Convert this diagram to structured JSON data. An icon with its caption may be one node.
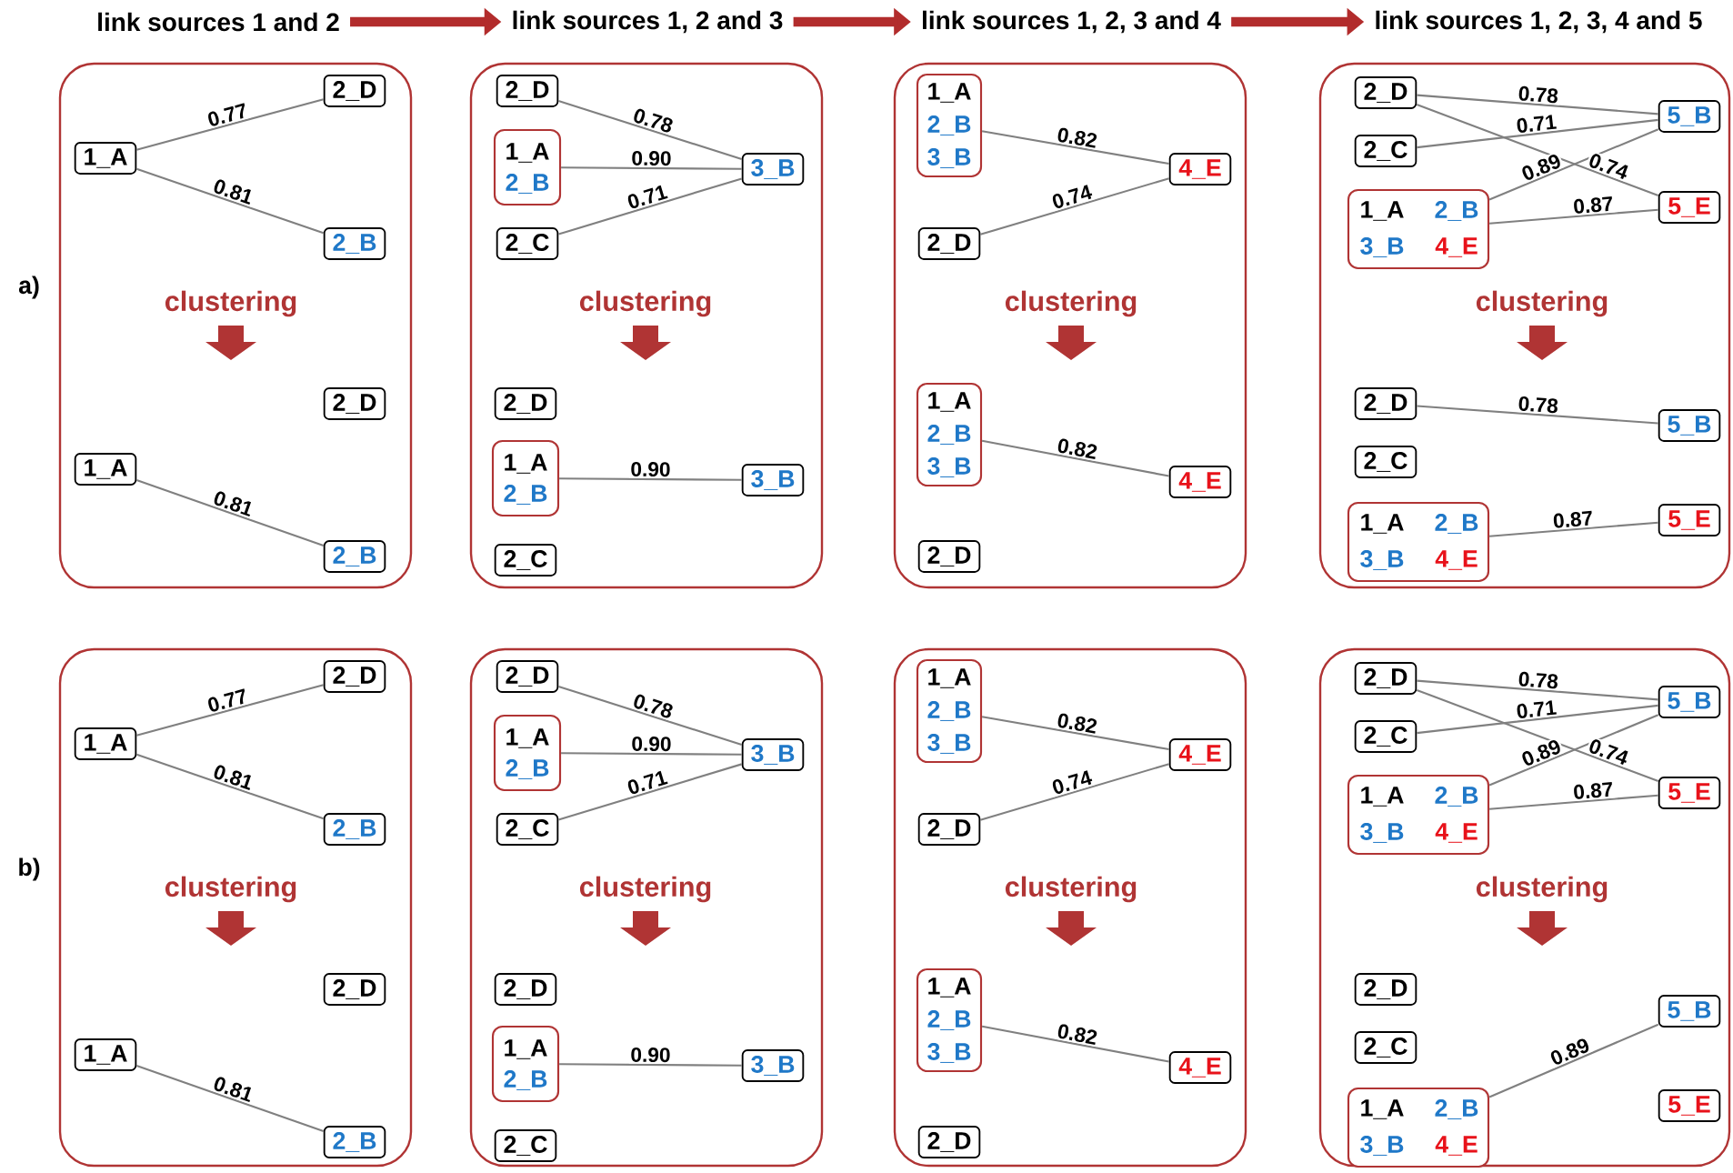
{
  "diagram": {
    "nodes": [
      {
        "text": [
          "link sources 1 and 2"
        ]
      },
      {
        "text": [
          "link sources 1, 2 and 3"
        ]
      },
      {
        "text": [
          "link sources 1, 2, 3 and 4"
        ]
      },
      {
        "text": [
          "link sources 1, 2, 3, 4 and 5"
        ]
      },
      {
        "text": [
          "clustering"
        ]
      },
      {
        "text": [
          "2_D"
        ],
        "in": 4
      },
      {
        "text": [
          "1_A"
        ],
        "in": 4
      },
      {
        "text": [
          "2_B"
        ],
        "in": 4
      },
      {
        "text": [
          "2_D"
        ],
        "in": 4
      },
      {
        "text": [
          "1_A"
        ],
        "in": 4
      },
      {
        "text": [
          "2_B"
        ],
        "in": 4
      },
      {
        "text": [
          "clustering"
        ]
      },
      {
        "text": [
          "2_D"
        ],
        "in": 11
      },
      {
        "text": [],
        "shape": "box",
        "in": 11
      },
      {
        "text": [
          "1_A"
        ],
        "in": 13
      },
      {
        "text": [
          "2_B"
        ],
        "in": 13
      },
      {
        "text": [
          "2_C"
        ],
        "in": 11
      },
      {
        "text": [
          "3_B"
        ],
        "in": 11
      },
      {
        "text": [
          "2_D"
        ],
        "in": 11
      },
      {
        "text": [],
        "shape": "box",
        "in": 11
      },
      {
        "text": [
          "1_A"
        ],
        "in": 19
      },
      {
        "text": [
          "2_B"
        ],
        "in": 19
      },
      {
        "text": [
          "3_B"
        ],
        "in": 11
      },
      {
        "text": [
          "2_C"
        ],
        "in": 11
      },
      {
        "text": [
          "clustering"
        ]
      },
      {
        "text": [],
        "shape": "box",
        "in": 24
      },
      {
        "text": [
          "1_A"
        ],
        "in": 25
      },
      {
        "text": [
          "2_B"
        ],
        "in": 25
      },
      {
        "text": [
          "3_B"
        ],
        "in": 25
      },
      {
        "text": [
          "4_E"
        ],
        "in": 24
      },
      {
        "text": [
          "2_D"
        ],
        "in": 24
      },
      {
        "text": [],
        "shape": "box",
        "in": 24
      },
      {
        "text": [
          "1_A"
        ],
        "in": 31
      },
      {
        "text": [
          "2_B"
        ],
        "in": 31
      },
      {
        "text": [
          "3_B"
        ],
        "in": 31
      },
      {
        "text": [
          "4_E"
        ],
        "in": 24
      },
      {
        "text": [
          "2_D"
        ],
        "in": 24
      },
      {
        "text": [
          "clustering"
        ]
      },
      {
        "text": [
          "2_D"
        ],
        "in": 37
      },
      {
        "text": [
          "5_B"
        ],
        "in": 37
      },
      {
        "text": [
          "2_C"
        ],
        "in": 37
      },
      {
        "text": [
          "5_E"
        ],
        "in": 37
      },
      {
        "text": [],
        "shape": "box",
        "in": 37
      },
      {
        "text": [
          "1_A"
        ],
        "in": 42
      },
      {
        "text": [
          "2_B"
        ],
        "in": 42
      },
      {
        "text": [
          "3_B"
        ],
        "in": 42
      },
      {
        "text": [
          "4_E"
        ],
        "in": 42
      },
      {
        "text": [
          "2_D"
        ],
        "in": 37
      },
      {
        "text": [
          "5_B"
        ],
        "in": 37
      },
      {
        "text": [
          "2_C"
        ],
        "in": 37
      },
      {
        "text": [],
        "shape": "box",
        "in": 37
      },
      {
        "text": [
          "1_A"
        ],
        "in": 50
      },
      {
        "text": [
          "2_B"
        ],
        "in": 50
      },
      {
        "text": [
          "3_B"
        ],
        "in": 50
      },
      {
        "text": [
          "4_E"
        ],
        "in": 50
      },
      {
        "text": [
          "5_E"
        ],
        "in": 37
      },
      {
        "text": [
          "clustering"
        ]
      },
      {
        "text": [
          "2_D"
        ],
        "in": 56
      },
      {
        "text": [
          "1_A"
        ],
        "in": 56
      },
      {
        "text": [
          "2_B"
        ],
        "in": 56
      },
      {
        "text": [
          "2_D"
        ],
        "in": 56
      },
      {
        "text": [
          "1_A"
        ],
        "in": 56
      },
      {
        "text": [
          "2_B"
        ],
        "in": 56
      },
      {
        "text": [
          "clustering"
        ]
      },
      {
        "text": [
          "2_D"
        ],
        "in": 63
      },
      {
        "text": [],
        "shape": "box",
        "in": 63
      },
      {
        "text": [
          "1_A"
        ],
        "in": 65
      },
      {
        "text": [
          "2_B"
        ],
        "in": 65
      },
      {
        "text": [
          "2_C"
        ],
        "in": 63
      },
      {
        "text": [
          "3_B"
        ],
        "in": 63
      },
      {
        "text": [
          "2_D"
        ],
        "in": 63
      },
      {
        "text": [],
        "shape": "box",
        "in": 63
      },
      {
        "text": [
          "1_A"
        ],
        "in": 71
      },
      {
        "text": [
          "2_B"
        ],
        "in": 71
      },
      {
        "text": [
          "3_B"
        ],
        "in": 63
      },
      {
        "text": [
          "2_C"
        ],
        "in": 63
      },
      {
        "text": [
          "clustering"
        ]
      },
      {
        "text": [],
        "shape": "box",
        "in": 76
      },
      {
        "text": [
          "1_A"
        ],
        "in": 77
      },
      {
        "text": [
          "2_B"
        ],
        "in": 77
      },
      {
        "text": [
          "3_B"
        ],
        "in": 77
      },
      {
        "text": [
          "4_E"
        ],
        "in": 76
      },
      {
        "text": [
          "2_D"
        ],
        "in": 76
      },
      {
        "text": [],
        "shape": "box",
        "in": 76
      },
      {
        "text": [
          "1_A"
        ],
        "in": 83
      },
      {
        "text": [
          "2_B"
        ],
        "in": 83
      },
      {
        "text": [
          "3_B"
        ],
        "in": 83
      },
      {
        "text": [
          "4_E"
        ],
        "in": 76
      },
      {
        "text": [
          "2_D"
        ],
        "in": 76
      },
      {
        "text": [
          "clustering"
        ]
      },
      {
        "text": [
          "2_D"
        ],
        "in": 89
      },
      {
        "text": [
          "5_B"
        ],
        "in": 89
      },
      {
        "text": [
          "2_C"
        ],
        "in": 89
      },
      {
        "text": [
          "5_E"
        ],
        "in": 89
      },
      {
        "text": [],
        "shape": "box",
        "in": 89
      },
      {
        "text": [
          "1_A"
        ],
        "in": 94
      },
      {
        "text": [
          "2_B"
        ],
        "in": 94
      },
      {
        "text": [
          "3_B"
        ],
        "in": 94
      },
      {
        "text": [
          "4_E"
        ],
        "in": 94
      },
      {
        "text": [
          "2_D"
        ],
        "in": 89
      },
      {
        "text": [
          "5_B"
        ],
        "in": 89
      },
      {
        "text": [
          "2_C"
        ],
        "in": 89
      },
      {
        "text": [],
        "shape": "box",
        "in": 89
      },
      {
        "text": [
          "1_A"
        ],
        "in": 102
      },
      {
        "text": [
          "2_B"
        ],
        "in": 102
      },
      {
        "text": [
          "3_B"
        ],
        "in": 102
      },
      {
        "text": [
          "4_E"
        ],
        "in": 102
      },
      {
        "text": [
          "5_E"
        ],
        "in": 89
      }
    ],
    "edges": [
      {
        "from": 0,
        "to": 1,
        "arrow": "to",
        "style": "thick",
        "color": "#b22c2c"
      },
      {
        "from": 1,
        "to": 2,
        "arrow": "to",
        "style": "thick",
        "color": "#b22c2c"
      },
      {
        "from": 2,
        "to": 3,
        "arrow": "to",
        "style": "thick",
        "color": "#b22c2c"
      },
      {
        "from": 6,
        "to": 5,
        "arrow": "none",
        "label": "0.77"
      },
      {
        "from": 6,
        "to": 7,
        "arrow": "none",
        "label": "0.81"
      },
      {
        "from": 9,
        "to": 10,
        "arrow": "none",
        "label": "0.81"
      },
      {
        "from": 12,
        "to": 17,
        "arrow": "none",
        "label": "0.78"
      },
      {
        "from": 13,
        "to": 17,
        "arrow": "none",
        "label": "0.90"
      },
      {
        "from": 16,
        "to": 17,
        "arrow": "none",
        "label": "0.71"
      },
      {
        "from": 19,
        "to": 22,
        "arrow": "none",
        "label": "0.90"
      },
      {
        "from": 25,
        "to": 29,
        "arrow": "none",
        "label": "0.82"
      },
      {
        "from": 30,
        "to": 29,
        "arrow": "none",
        "label": "0.74"
      },
      {
        "from": 31,
        "to": 35,
        "arrow": "none",
        "label": "0.82"
      },
      {
        "from": 38,
        "to": 39,
        "arrow": "none",
        "label": "0.78"
      },
      {
        "from": 40,
        "to": 39,
        "arrow": "none",
        "label": "0.71"
      },
      {
        "from": 38,
        "to": 41,
        "arrow": "none",
        "label": "0.74"
      },
      {
        "from": 42,
        "to": 39,
        "arrow": "none",
        "label": "0.89"
      },
      {
        "from": 42,
        "to": 41,
        "arrow": "none",
        "label": "0.87"
      },
      {
        "from": 47,
        "to": 48,
        "arrow": "none",
        "label": "0.78"
      },
      {
        "from": 50,
        "to": 55,
        "arrow": "none",
        "label": "0.87"
      },
      {
        "from": 58,
        "to": 57,
        "arrow": "none",
        "label": "0.77"
      },
      {
        "from": 58,
        "to": 59,
        "arrow": "none",
        "label": "0.81"
      },
      {
        "from": 61,
        "to": 62,
        "arrow": "none",
        "label": "0.81"
      },
      {
        "from": 64,
        "to": 69,
        "arrow": "none",
        "label": "0.78"
      },
      {
        "from": 65,
        "to": 69,
        "arrow": "none",
        "label": "0.90"
      },
      {
        "from": 68,
        "to": 69,
        "arrow": "none",
        "label": "0.71"
      },
      {
        "from": 71,
        "to": 74,
        "arrow": "none",
        "label": "0.90"
      },
      {
        "from": 77,
        "to": 81,
        "arrow": "none",
        "label": "0.82"
      },
      {
        "from": 82,
        "to": 81,
        "arrow": "none",
        "label": "0.74"
      },
      {
        "from": 83,
        "to": 87,
        "arrow": "none",
        "label": "0.82"
      },
      {
        "from": 90,
        "to": 91,
        "arrow": "none",
        "label": "0.78"
      },
      {
        "from": 92,
        "to": 91,
        "arrow": "none",
        "label": "0.71"
      },
      {
        "from": 90,
        "to": 93,
        "arrow": "none",
        "label": "0.74"
      },
      {
        "from": 94,
        "to": 91,
        "arrow": "none",
        "label": "0.89"
      },
      {
        "from": 94,
        "to": 93,
        "arrow": "none",
        "label": "0.87"
      },
      {
        "from": 102,
        "to": 100,
        "arrow": "none",
        "label": "0.89"
      }
    ],
    "labels": [
      "a)",
      "b)"
    ]
  }
}
